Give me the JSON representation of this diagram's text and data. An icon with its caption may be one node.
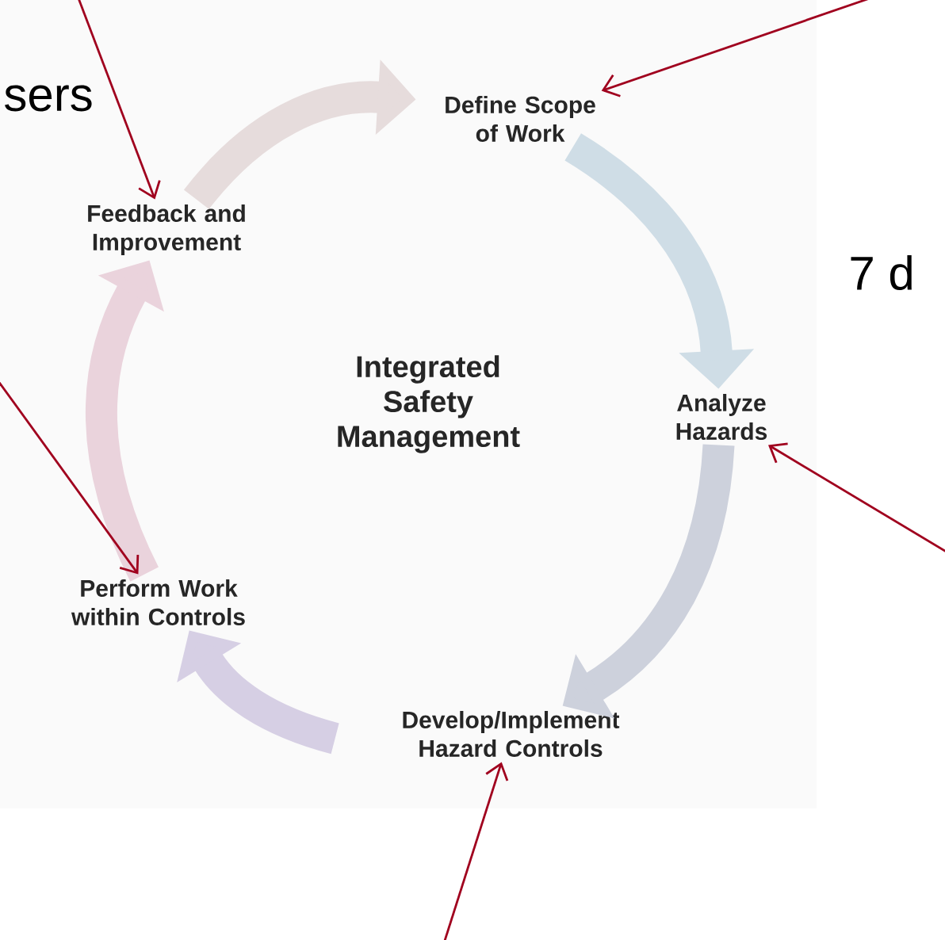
{
  "diagram": {
    "nodes": [
      {
        "text": [
          "Integrated Safety Management"
        ]
      },
      {
        "text": [
          "Define Scope of Work"
        ]
      },
      {
        "text": [
          "Analyze Hazards"
        ]
      },
      {
        "text": [
          "Develop/Implement Hazard Controls"
        ]
      },
      {
        "text": [
          "Perform Work within Controls"
        ]
      },
      {
        "text": [
          "Feedback and Improvement"
        ]
      }
    ],
    "edges": [
      {
        "from": 1,
        "to": 2,
        "arrow": "to",
        "style": "thick",
        "color": "#cfdde6"
      },
      {
        "from": 2,
        "to": 3,
        "arrow": "to",
        "style": "thick",
        "color": "#cdd1dc"
      },
      {
        "from": 3,
        "to": 4,
        "arrow": "to",
        "style": "thick",
        "color": "#d6cfe4"
      },
      {
        "from": 4,
        "to": 5,
        "arrow": "to",
        "style": "thick",
        "color": "#ead3dc"
      },
      {
        "from": 5,
        "to": 1,
        "arrow": "to",
        "style": "thick",
        "color": "#e6dcdc"
      },
      {
        "from": null,
        "to": 5,
        "arrow": "to",
        "color": "#a0001e"
      },
      {
        "from": null,
        "to": 1,
        "arrow": "to",
        "color": "#a0001e"
      },
      {
        "from": null,
        "to": 4,
        "arrow": "to",
        "color": "#a0001e"
      },
      {
        "from": null,
        "to": 2,
        "arrow": "to",
        "color": "#a0001e"
      },
      {
        "from": null,
        "to": 3,
        "arrow": "to",
        "color": "#a0001e"
      }
    ],
    "labels": [
      "sers",
      "7 d"
    ]
  }
}
